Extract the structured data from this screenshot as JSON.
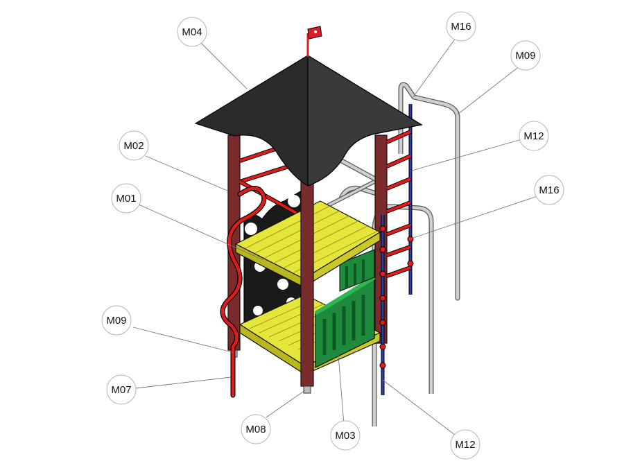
{
  "callouts": [
    {
      "id": "c1",
      "label": "M04"
    },
    {
      "id": "c2",
      "label": "M16"
    },
    {
      "id": "c3",
      "label": "M09"
    },
    {
      "id": "c4",
      "label": "M02"
    },
    {
      "id": "c5",
      "label": "M12"
    },
    {
      "id": "c6",
      "label": "M01"
    },
    {
      "id": "c7",
      "label": "M16"
    },
    {
      "id": "c8",
      "label": "M09"
    },
    {
      "id": "c9",
      "label": "M07"
    },
    {
      "id": "c10",
      "label": "M08"
    },
    {
      "id": "c11",
      "label": "M03"
    },
    {
      "id": "c12",
      "label": "M12"
    }
  ],
  "colors": {
    "roof": "#2b2b2b",
    "post": "#7a2b2b",
    "deck": "#e6e63a",
    "deck_edge": "#b8b81e",
    "rail_red": "#e01b1b",
    "panel_black": "#1a1a1a",
    "cage_green": "#1e8a3c",
    "metal_grey": "#c9c9c9",
    "rope_blue": "#2a3ea8",
    "flag_red": "#d81e2c"
  }
}
